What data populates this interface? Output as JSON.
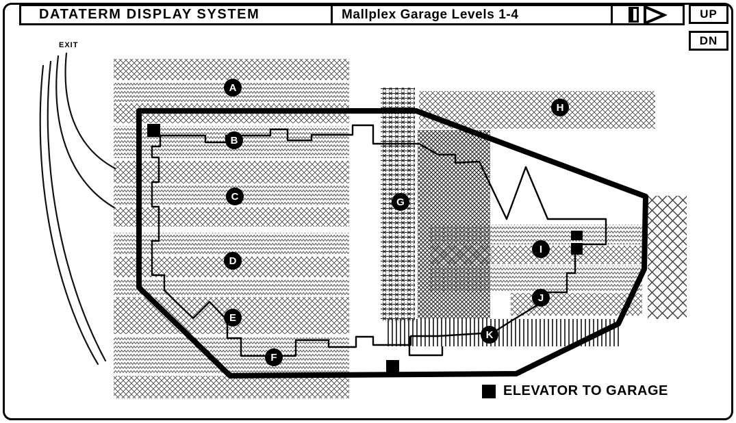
{
  "header": {
    "title": "DATATERM DISPLAY SYSTEM",
    "subtitle": "Mallplex Garage Levels 1-4"
  },
  "controls": {
    "up_label": "UP",
    "down_label": "DN"
  },
  "icons": {
    "page_forward_icon": "▷",
    "elevator_icon": "■"
  },
  "map": {
    "exit_label": "EXIT",
    "zones": [
      "A",
      "B",
      "C",
      "D",
      "E",
      "F",
      "G",
      "H",
      "I",
      "J",
      "K"
    ],
    "legend": {
      "elevator_label": "ELEVATOR TO GARAGE"
    }
  },
  "colors": {
    "ink": "#000000",
    "paper": "#ffffff"
  }
}
